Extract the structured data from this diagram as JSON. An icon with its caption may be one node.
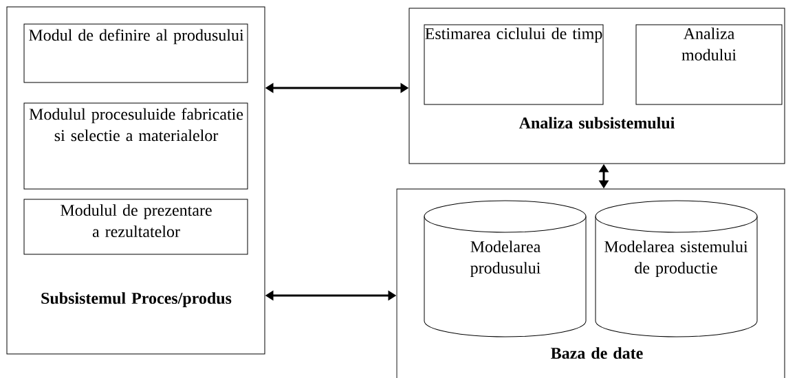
{
  "diagram": {
    "nodes": [
      {
        "text": [
          "Subsistemul Proces/produs"
        ]
      },
      {
        "text": [
          "Modul de definire al produsului"
        ],
        "in": 0
      },
      {
        "text": [
          "Modulul procesuluide fabricatie si selectie a materialelor"
        ],
        "in": 0
      },
      {
        "text": [
          "Modulul de prezentare a rezultatelor"
        ],
        "in": 0
      },
      {
        "text": [
          "Analiza subsistemului"
        ]
      },
      {
        "text": [
          "Estimarea ciclului de timp"
        ],
        "in": 4
      },
      {
        "text": [
          "Analiza modului"
        ],
        "in": 4
      },
      {
        "text": [
          "Baza de date"
        ]
      },
      {
        "text": [
          "Modelarea produsului"
        ],
        "in": 7
      },
      {
        "text": [
          "Modelarea sistemului de productie"
        ],
        "in": 7
      }
    ],
    "edges": [
      {
        "from": 0,
        "to": 4,
        "arrow": "both"
      },
      {
        "from": 0,
        "to": 7,
        "arrow": "both"
      },
      {
        "from": 4,
        "to": 7,
        "arrow": "both"
      }
    ]
  }
}
